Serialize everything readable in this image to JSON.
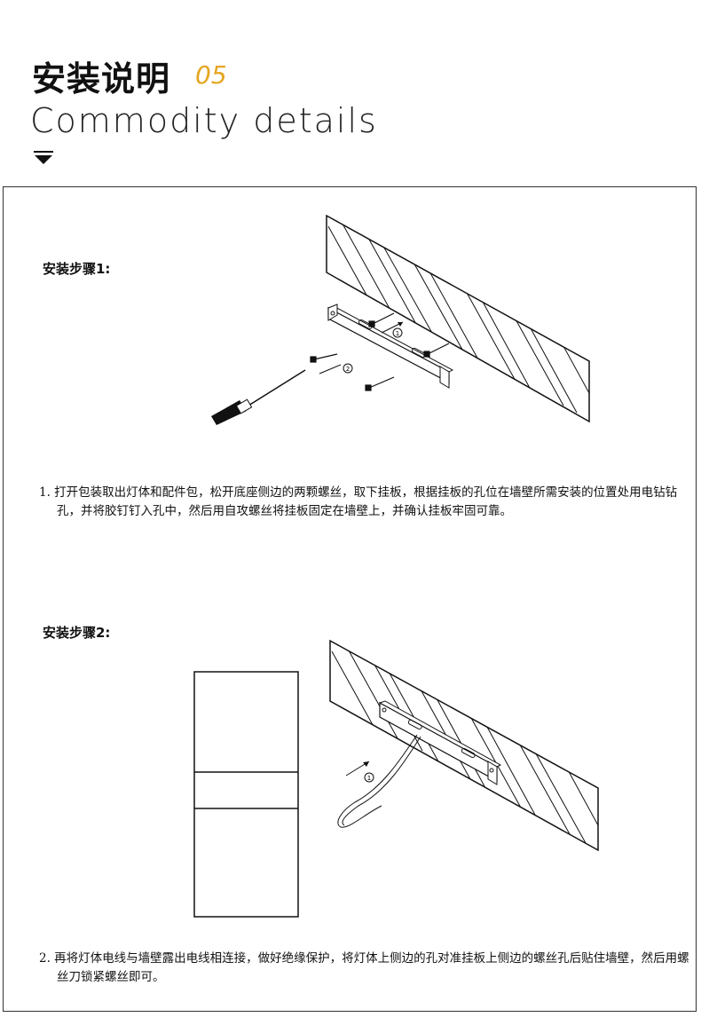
{
  "header": {
    "title": "安装说明",
    "number": "05",
    "subtitle": "Commodity  details"
  },
  "accent_color": "#e5a51f",
  "steps": [
    {
      "title": "安装步骤1:",
      "callouts": [
        "1",
        "2"
      ],
      "description": "1. 打开包装取出灯体和配件包，松开底座侧边的两颗螺丝，取下挂板，根据挂板的孔位在墙壁所需安装的位置处用电钻钻孔，并将胶钉钉入孔中，然后用自攻螺丝将挂板固定在墙壁上，并确认挂板牢固可靠。"
    },
    {
      "title": "安装步骤2:",
      "callouts": [
        "1"
      ],
      "description": "2. 再将灯体电线与墙壁露出电线相连接，做好绝缘保护，将灯体上侧边的孔对准挂板上侧边的螺丝孔后贴住墙壁，然后用螺丝刀锁紧螺丝即可。"
    }
  ]
}
